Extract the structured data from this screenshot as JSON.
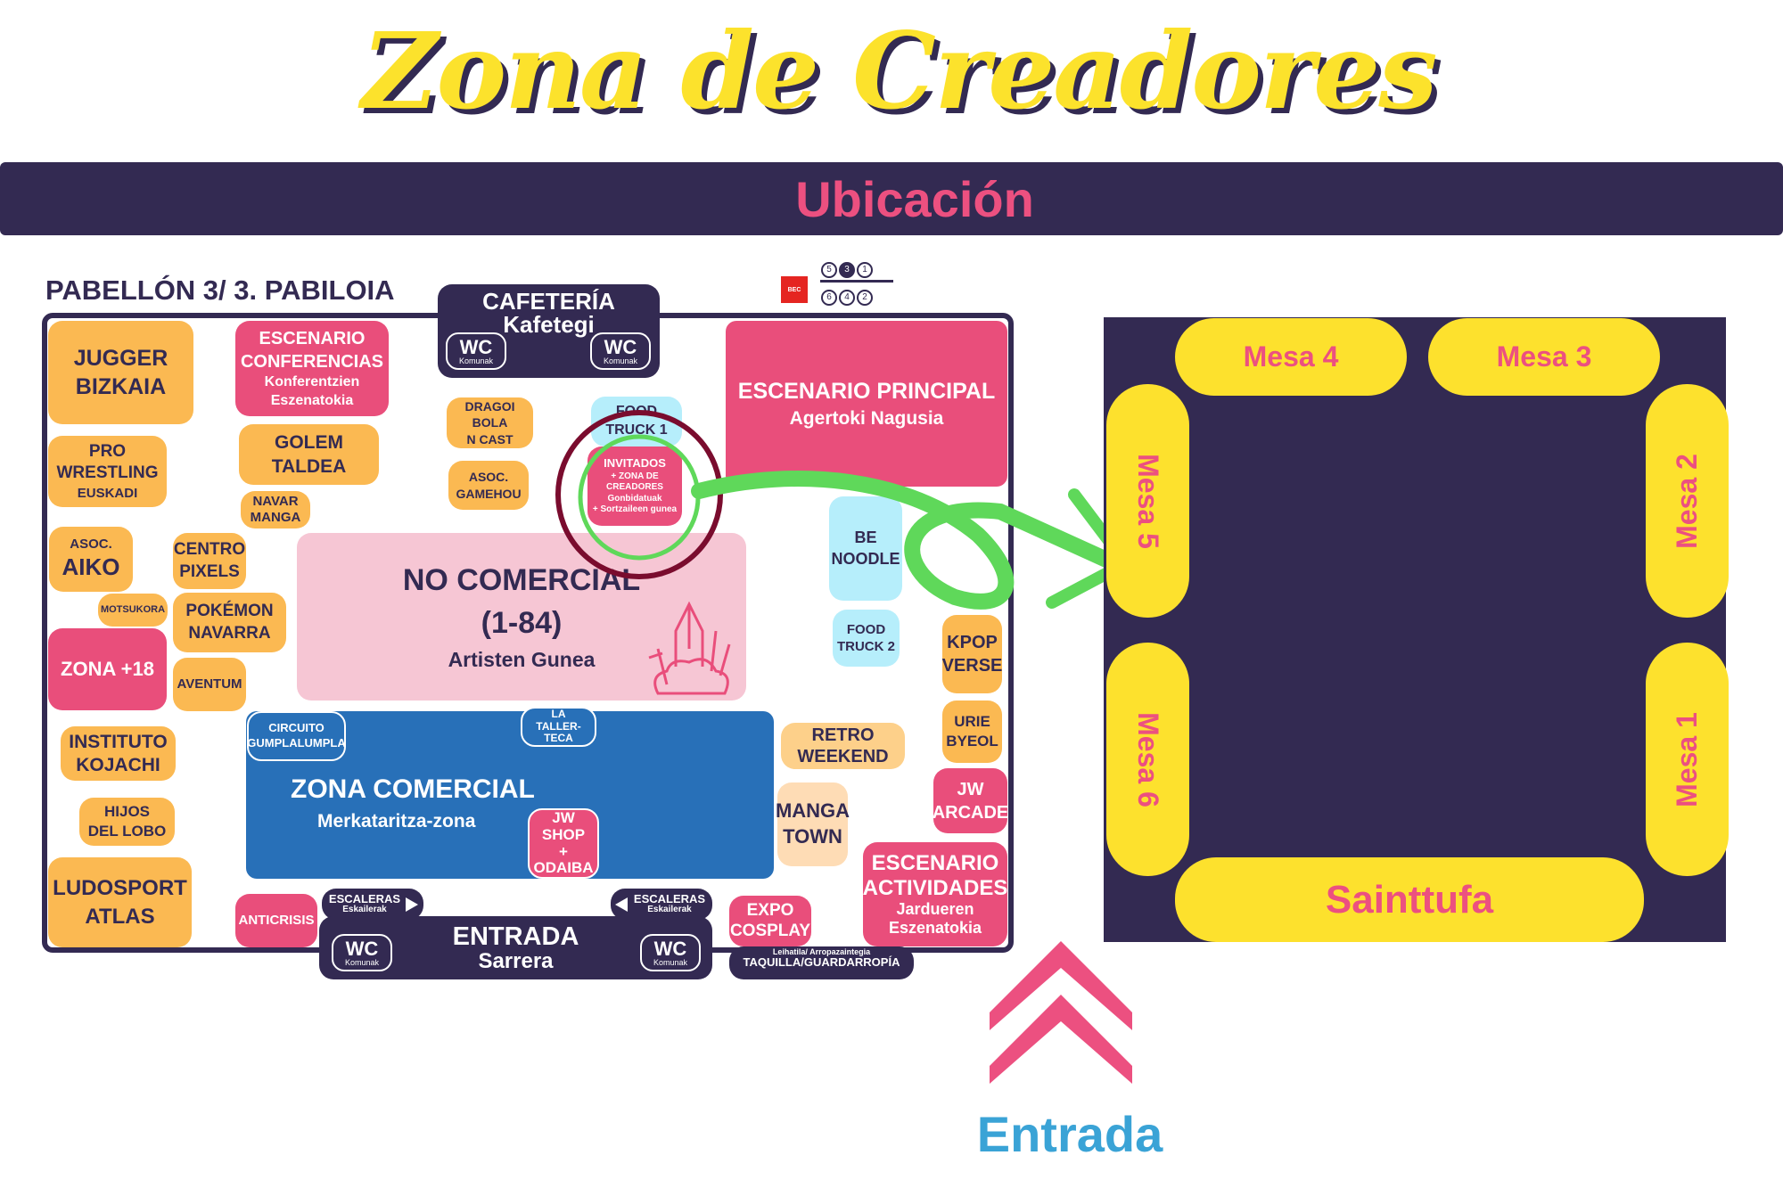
{
  "title": "Zona de Creadores",
  "banner": "Ubicación",
  "pavilion": "PABELLÓN 3/ 3. PABILOIA",
  "logo": {
    "text": "BEC",
    "color": "#e52521",
    "halls_top": [
      "5",
      "3",
      "1"
    ],
    "halls_bottom": [
      "6",
      "4",
      "2"
    ]
  },
  "colors": {
    "orange": "#fbb952",
    "pink": "#e94e7b",
    "navy": "#332a52",
    "blue": "#2870b8",
    "yellow": "#fde12d",
    "green": "#5fd85a",
    "dark_red": "#7a0c2e"
  },
  "wc": {
    "label": "WC",
    "sub": "Komunak"
  },
  "zones": {
    "jugger": [
      "JUGGER",
      "BIZKAIA"
    ],
    "conferencias": [
      "ESCENARIO",
      "CONFERENCIAS",
      "Konferentzien",
      "Eszenatokia"
    ],
    "cafeteria": [
      "CAFETERÍA",
      "Kafetegi"
    ],
    "pro": [
      "PRO",
      "WRESTLING",
      "EUSKADI"
    ],
    "golem": [
      "GOLEM",
      "TALDEA"
    ],
    "navar": [
      "NAVAR",
      "MANGA"
    ],
    "dragoi": [
      "DRAGOI BOLA",
      "N CAST"
    ],
    "gamehou": [
      "ASOC.",
      "GAMEHOU"
    ],
    "ft1": [
      "FOOD",
      "TRUCK 1"
    ],
    "invitados": [
      "INVITADOS",
      "+ ZONA DE",
      "CREADORES",
      "Gonbidatuak",
      "+ Sortzaileen gunea"
    ],
    "principal": [
      "ESCENARIO PRINCIPAL",
      "Agertoki Nagusia"
    ],
    "aiko": [
      "ASOC.",
      "AIKO"
    ],
    "pixels": [
      "CENTRO",
      "PIXELS"
    ],
    "motsukora": "MOTSUKORA",
    "pokemon": [
      "POKÉMON",
      "NAVARRA"
    ],
    "zona18": "ZONA +18",
    "aventum": "AVENTUM",
    "nocomercial": [
      "NO COMERCIAL",
      "(1-84)",
      "Artisten Gunea"
    ],
    "benoodle": [
      "BE",
      "NOODLE"
    ],
    "ft2": [
      "FOOD",
      "TRUCK 2"
    ],
    "kpop": [
      "KPOP",
      "VERSE"
    ],
    "urie": [
      "URIE",
      "BYEOL"
    ],
    "comercial": [
      "ZONA COMERCIAL",
      "Merkataritza-zona"
    ],
    "circuito": [
      "CIRCUITO",
      "GUMPLALUMPLA"
    ],
    "taller": [
      "LA",
      "TALLER-TECA"
    ],
    "jwshop": [
      "JW SHOP",
      "+",
      "ODAIBA"
    ],
    "retro": [
      "RETRO",
      "WEEKEND"
    ],
    "mangatown": [
      "MANGA",
      "TOWN"
    ],
    "jwarcade": [
      "JW",
      "ARCADE"
    ],
    "instituto": [
      "INSTITUTO",
      "KOJACHI"
    ],
    "hijos": [
      "HIJOS",
      "DEL LOBO"
    ],
    "ludosport": [
      "LUDOSPORT",
      "ATLAS"
    ],
    "actividades": [
      "ESCENARIO",
      "ACTIVIDADES",
      "Jardueren",
      "Eszenatokia"
    ],
    "anticrisis": "ANTICRISIS",
    "escaleras": [
      "ESCALERAS",
      "Eskailerak"
    ],
    "entrada": [
      "ENTRADA",
      "Sarrera"
    ],
    "expo": [
      "EXPO",
      "COSPLAY"
    ],
    "taquilla": [
      "Leihatila/ Arropazaintegia",
      "TAQUILLA/GUARDARROPÍA"
    ]
  },
  "tables": {
    "mesa1": "Mesa 1",
    "mesa2": "Mesa 2",
    "mesa3": "Mesa 3",
    "mesa4": "Mesa 4",
    "mesa5": "Mesa 5",
    "mesa6": "Mesa 6",
    "sainttufa": "Sainttufa"
  },
  "entrance_label": "Entrada"
}
